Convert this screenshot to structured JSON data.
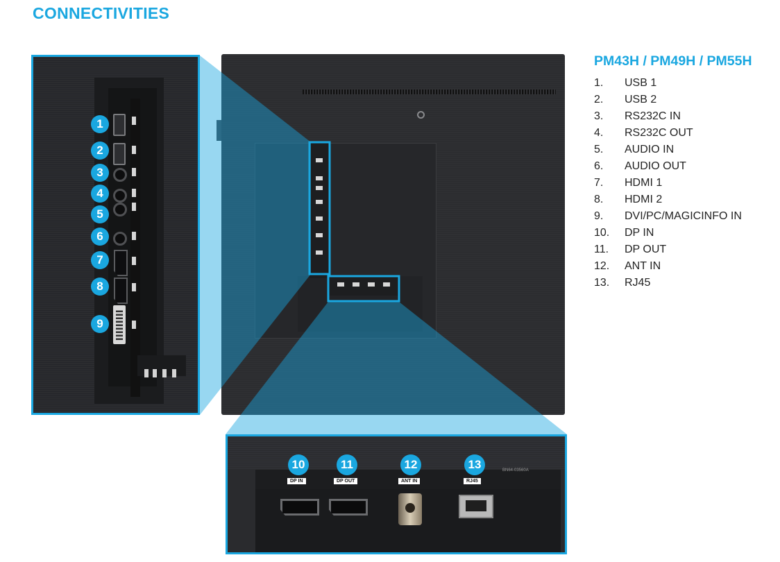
{
  "page_title": "CONNECTIVITIES",
  "model_title": "PM43H / PM49H / PM55H",
  "ports": [
    {
      "num": "1.",
      "label": "USB 1"
    },
    {
      "num": "2.",
      "label": "USB 2"
    },
    {
      "num": "3.",
      "label": "RS232C  IN"
    },
    {
      "num": "4.",
      "label": "RS232C  OUT"
    },
    {
      "num": "5.",
      "label": "AUDIO  IN"
    },
    {
      "num": "6.",
      "label": "AUDIO  OUT"
    },
    {
      "num": "7.",
      "label": "HDMI  1"
    },
    {
      "num": "8.",
      "label": "HDMI  2"
    },
    {
      "num": "9.",
      "label": "DVI/PC/MAGICINFO  IN"
    },
    {
      "num": "10.",
      "label": "DP  IN"
    },
    {
      "num": "11.",
      "label": "DP  OUT"
    },
    {
      "num": "12.",
      "label": "ANT IN"
    },
    {
      "num": "13.",
      "label": "RJ45"
    }
  ],
  "side_badges": [
    "1",
    "2",
    "3",
    "4",
    "5",
    "6",
    "7",
    "8",
    "9"
  ],
  "bottom_badges": [
    "10",
    "11",
    "12",
    "13"
  ],
  "bottom_port_tags": [
    "DP IN",
    "DP OUT",
    "ANT IN",
    "RJ45"
  ],
  "part_number": "BN64-03560A",
  "colors": {
    "accent": "#1aa7e0",
    "panel": "#2a2b2e"
  }
}
